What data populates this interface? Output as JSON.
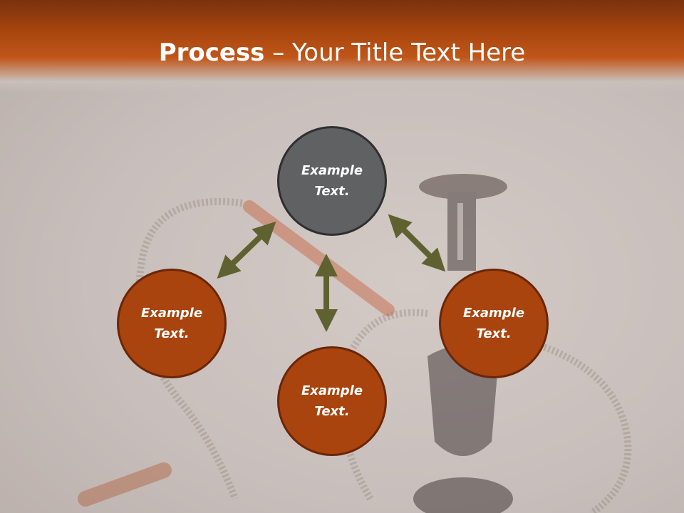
{
  "slide": {
    "title_bold": "Process",
    "title_rest": " – Your Title Text Here"
  },
  "nodes": [
    {
      "name": "top",
      "label": "Example\nText."
    },
    {
      "name": "left",
      "label": "Example\nText."
    },
    {
      "name": "bottom",
      "label": "Example\nText."
    },
    {
      "name": "right",
      "label": "Example\nText."
    }
  ],
  "colors": {
    "header": "#c05619",
    "node_center": "#606163",
    "node_outer": "#a9440f",
    "arrow": "#5f6230",
    "background": "#c9bfbb"
  }
}
